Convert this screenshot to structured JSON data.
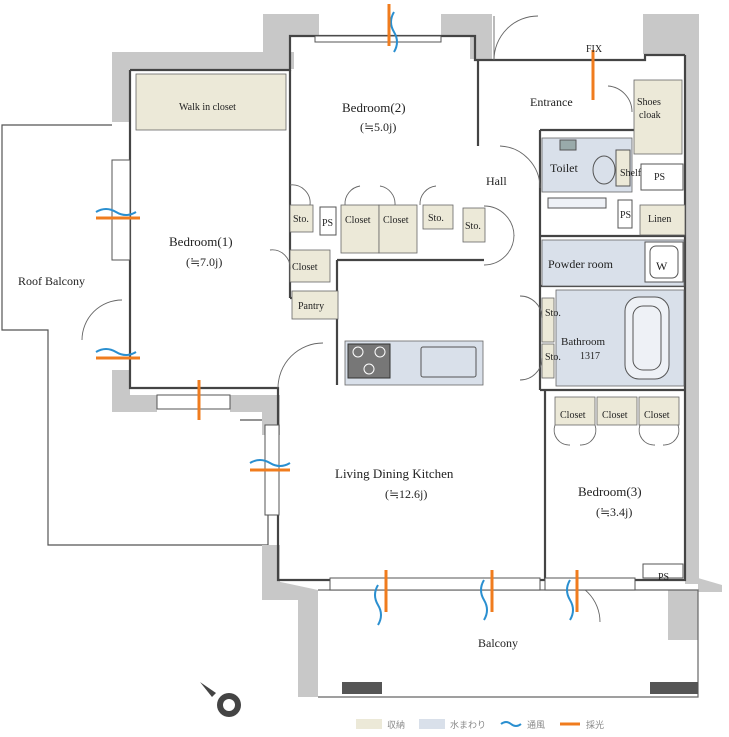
{
  "rooms": {
    "roof_balcony": "Roof Balcony",
    "walk_in_closet": "Walk in closet",
    "bedroom1": "Bedroom(1)",
    "bedroom1_size": "(≒7.0j)",
    "bedroom2": "Bedroom(2)",
    "bedroom2_size": "(≒5.0j)",
    "bedroom3": "Bedroom(3)",
    "bedroom3_size": "(≒3.4j)",
    "entrance": "Entrance",
    "hall": "Hall",
    "toilet": "Toilet",
    "powder_room": "Powder room",
    "bathroom": "Bathroom",
    "bathroom_size": "1317",
    "ldk": "Living Dining Kitchen",
    "ldk_size": "(≒12.6j)",
    "balcony": "Balcony",
    "shoes_cloak": "Shoes\ncloak",
    "shoes_cloak_1": "Shoes",
    "shoes_cloak_2": "cloak"
  },
  "labels": {
    "closet": "Closet",
    "sto": "Sto.",
    "ps": "PS",
    "pantry": "Pantry",
    "linen": "Linen",
    "shelf": "Shelf",
    "w": "W",
    "fix": "FIX"
  },
  "legend": [
    {
      "label": "収納",
      "color": "#ece9d8",
      "kind": "swatch"
    },
    {
      "label": "水まわり",
      "color": "#d9e0ea",
      "kind": "swatch"
    },
    {
      "label": "通風",
      "color": "#2a8fd0",
      "kind": "wave"
    },
    {
      "label": "採光",
      "color": "#f07c1e",
      "kind": "ray"
    }
  ],
  "colors": {
    "wall": "#5a5a5a",
    "column": "#c8c8c8",
    "storage": "#ece9d8",
    "wet_area": "#d9e0ea",
    "ventilation": "#2a8fd0",
    "daylight": "#f07c1e"
  }
}
